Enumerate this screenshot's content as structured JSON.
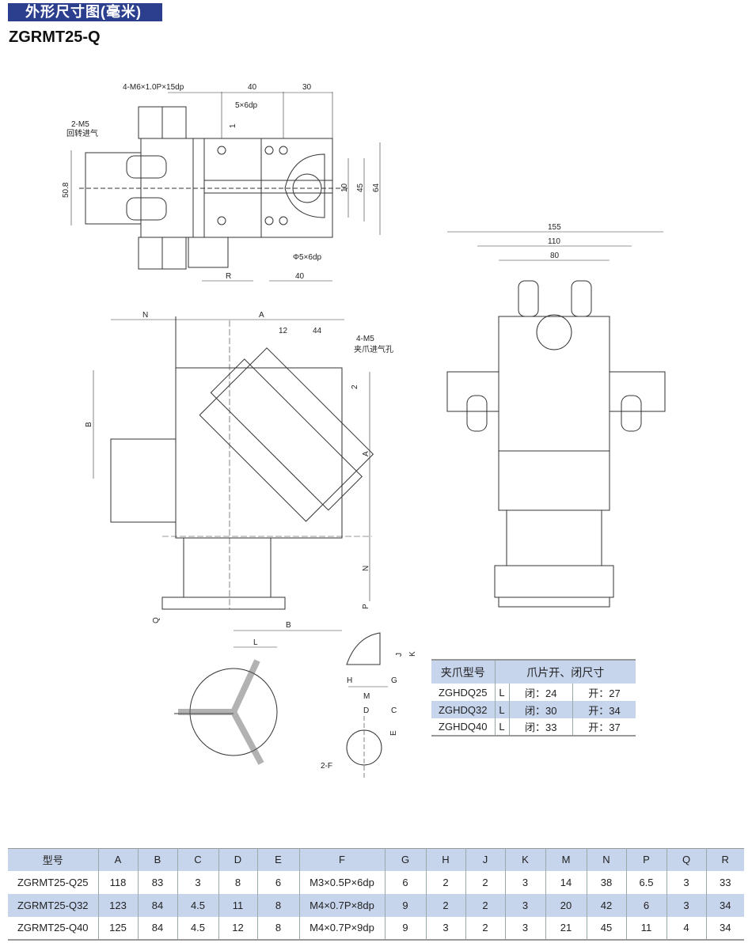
{
  "header": {
    "section_title": "外形尺寸图(毫米)",
    "model": "ZGRMT25-Q"
  },
  "drawing_labels": {
    "top_view": {
      "tap_holes": "4-M6×1.0P×15dp",
      "dim_40_top": "40",
      "dim_30": "30",
      "pin_hole": "5×6dp",
      "air_port": "2-M5",
      "air_port_note": "回转进气",
      "dim_1": "1",
      "dim_50_8": "50.8",
      "dim_10": "10",
      "dim_45": "45",
      "dim_64": "64",
      "pin_hole_2": "Φ5×6dp",
      "dim_R": "R",
      "dim_40_bottom": "40"
    },
    "side_view": {
      "dim_155": "155",
      "dim_110": "110",
      "dim_80": "80"
    },
    "front_view": {
      "dim_N_top": "N",
      "dim_A_top": "A",
      "dim_12": "12",
      "dim_44": "44",
      "jaw_port": "4-M5",
      "jaw_port_note": "夹爪进气孔",
      "dim_2": "2",
      "dim_B_left": "B",
      "dim_A_right": "A",
      "dim_N_right": "N",
      "dim_P": "P",
      "dim_Q": "Q",
      "dim_B_bottom": "B"
    },
    "gripper_view": {
      "dim_L": "L"
    },
    "jaw_detail": {
      "J": "J",
      "K": "K",
      "H": "H",
      "G": "G",
      "M": "M",
      "D": "D",
      "C": "C",
      "E": "E",
      "F": "2-F"
    }
  },
  "jaw_table": {
    "headers": [
      "夹爪型号",
      "爪片开、闭尺寸"
    ],
    "rows": [
      {
        "model": "ZGHDQ25",
        "dim": "L",
        "closed": "闭：24",
        "open": "开：27"
      },
      {
        "model": "ZGHDQ32",
        "dim": "L",
        "closed": "闭：30",
        "open": "开：34"
      },
      {
        "model": "ZGHDQ40",
        "dim": "L",
        "closed": "闭：33",
        "open": "开：37"
      }
    ]
  },
  "spec_table": {
    "headers": [
      "型号",
      "A",
      "B",
      "C",
      "D",
      "E",
      "F",
      "G",
      "H",
      "J",
      "K",
      "M",
      "N",
      "P",
      "Q",
      "R"
    ],
    "rows": [
      [
        "ZGRMT25-Q25",
        "118",
        "83",
        "3",
        "8",
        "6",
        "M3×0.5P×6dp",
        "6",
        "2",
        "2",
        "3",
        "14",
        "38",
        "6.5",
        "3",
        "33"
      ],
      [
        "ZGRMT25-Q32",
        "123",
        "84",
        "4.5",
        "11",
        "8",
        "M4×0.7P×8dp",
        "9",
        "2",
        "2",
        "3",
        "20",
        "42",
        "6",
        "3",
        "34"
      ],
      [
        "ZGRMT25-Q40",
        "125",
        "84",
        "4.5",
        "12",
        "8",
        "M4×0.7P×9dp",
        "9",
        "3",
        "2",
        "3",
        "21",
        "45",
        "11",
        "4",
        "34"
      ]
    ]
  }
}
